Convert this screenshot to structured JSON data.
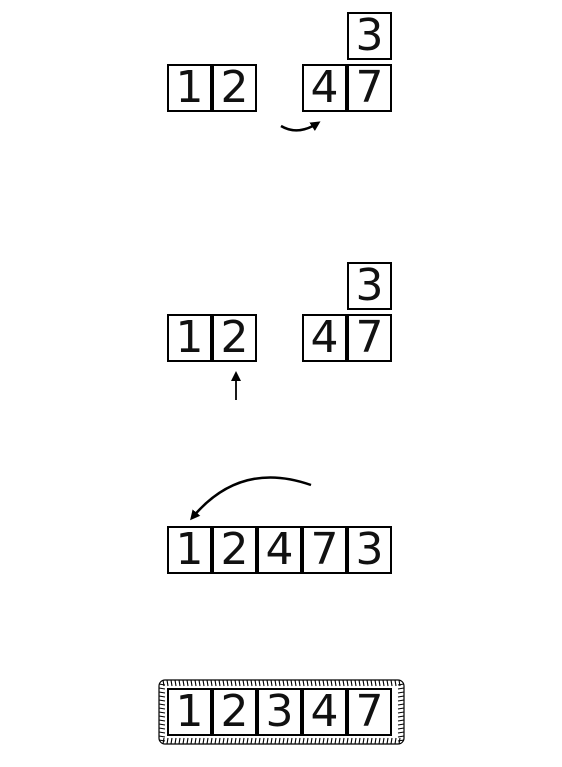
{
  "stages": [
    {
      "name": "step-1",
      "groups": [
        {
          "name": "left-run",
          "cells": [
            "1",
            "2"
          ]
        },
        {
          "name": "right-run",
          "cells": [
            "4",
            "7"
          ]
        }
      ],
      "stacked": {
        "name": "stacked-cell",
        "value": "3"
      }
    },
    {
      "name": "step-2",
      "groups": [
        {
          "name": "left-run",
          "cells": [
            "1",
            "2"
          ]
        },
        {
          "name": "right-run",
          "cells": [
            "4",
            "7"
          ]
        }
      ],
      "stacked": {
        "name": "stacked-cell",
        "value": "3"
      }
    },
    {
      "name": "step-3",
      "groups": [
        {
          "name": "merged-row",
          "cells": [
            "1",
            "2",
            "4",
            "7",
            "3"
          ]
        }
      ]
    },
    {
      "name": "step-4",
      "groups": [
        {
          "name": "sorted-row",
          "cells": [
            "1",
            "2",
            "3",
            "4",
            "7"
          ]
        }
      ]
    }
  ]
}
